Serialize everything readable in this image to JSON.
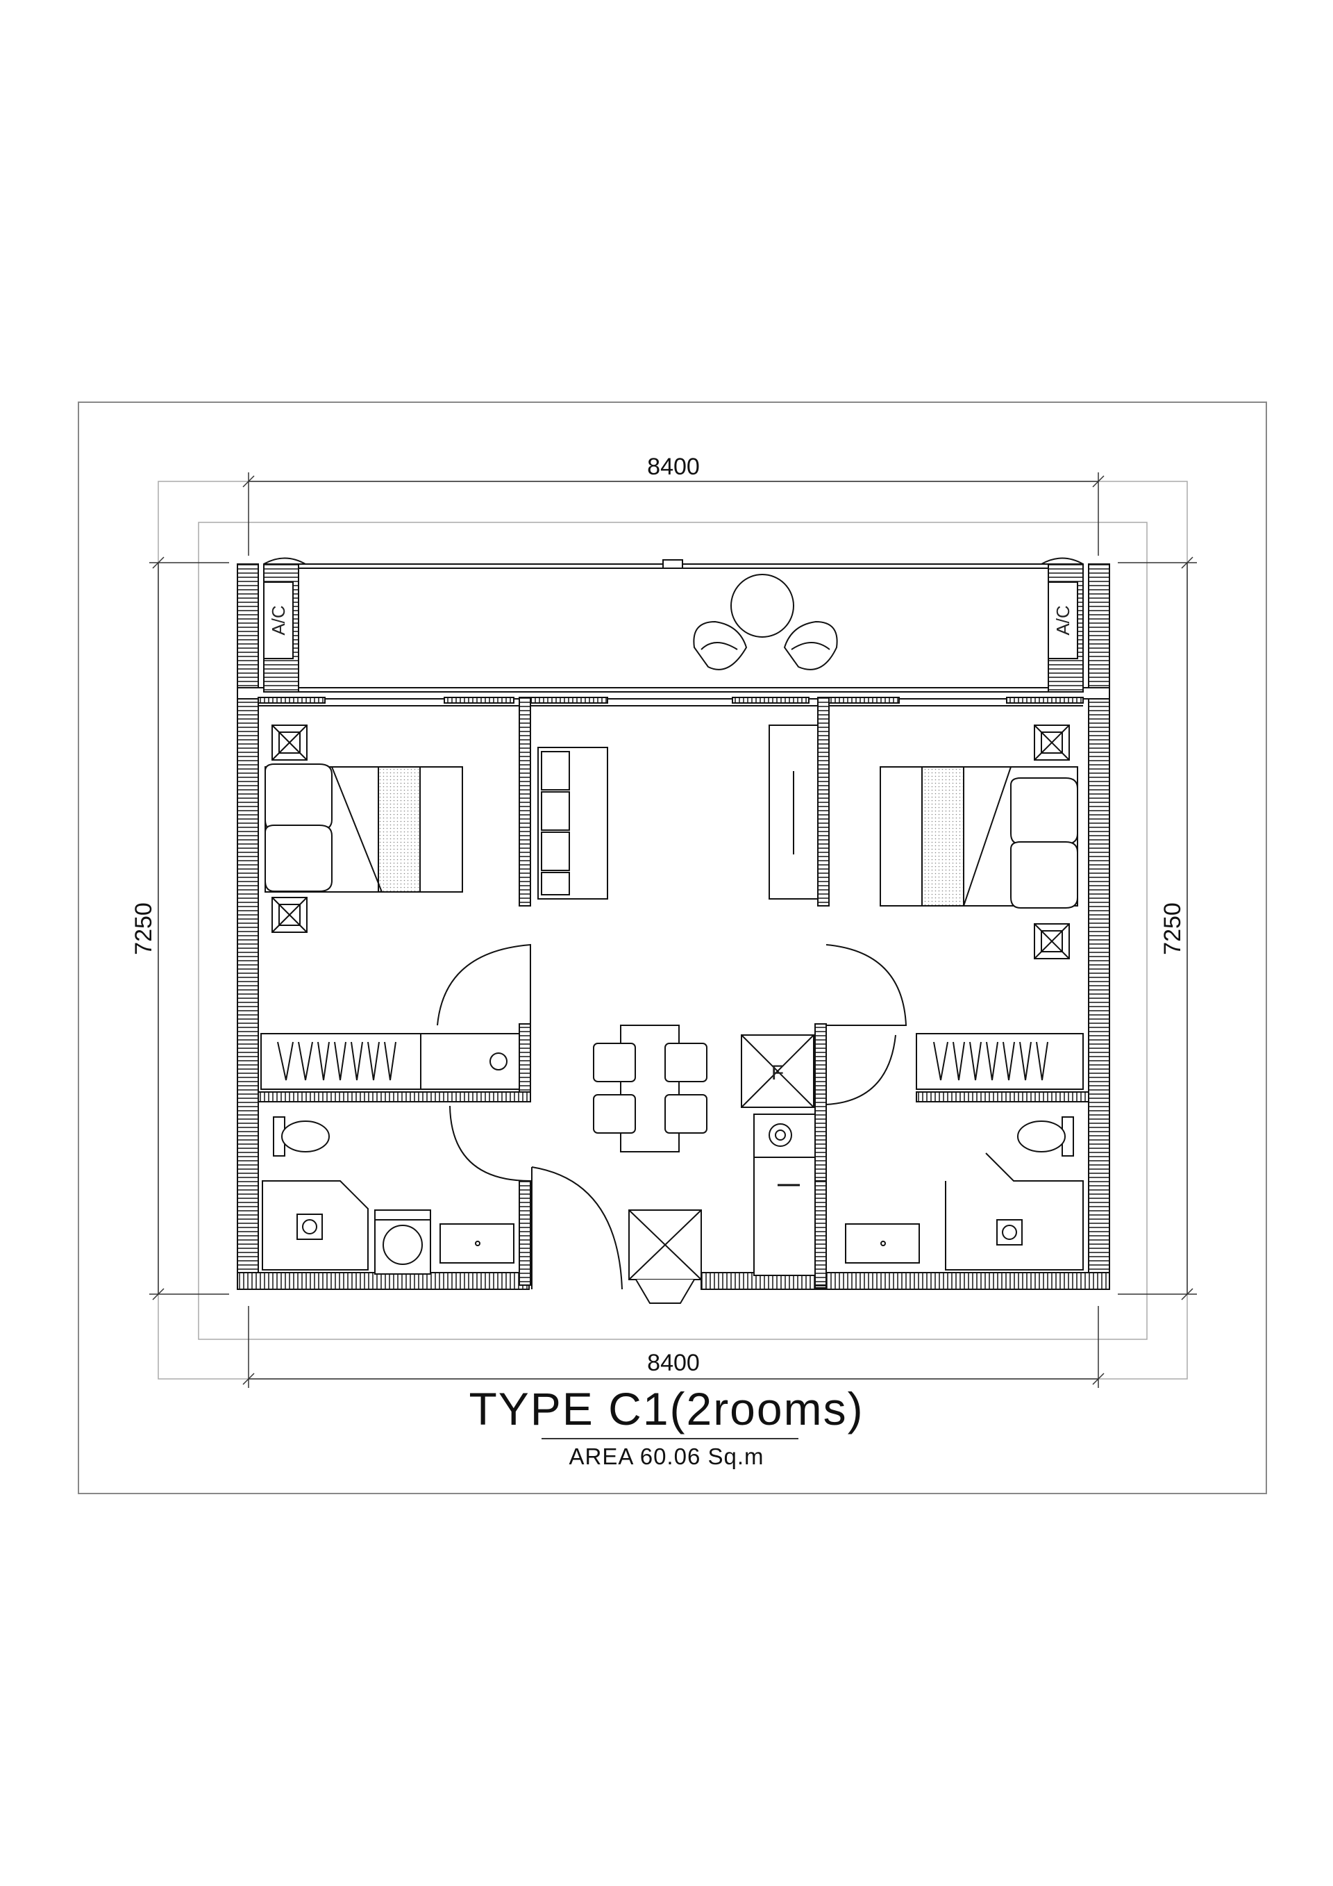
{
  "dimensions": {
    "top_width": "8400",
    "bottom_width": "8400",
    "left_depth": "7250",
    "right_depth": "7250"
  },
  "labels": {
    "ac_left": "A/C",
    "ac_right": "A/C",
    "fridge_mark": "F"
  },
  "title": {
    "type": "TYPE  C1(2rooms)",
    "area": "AREA  60.06  Sq.m"
  }
}
